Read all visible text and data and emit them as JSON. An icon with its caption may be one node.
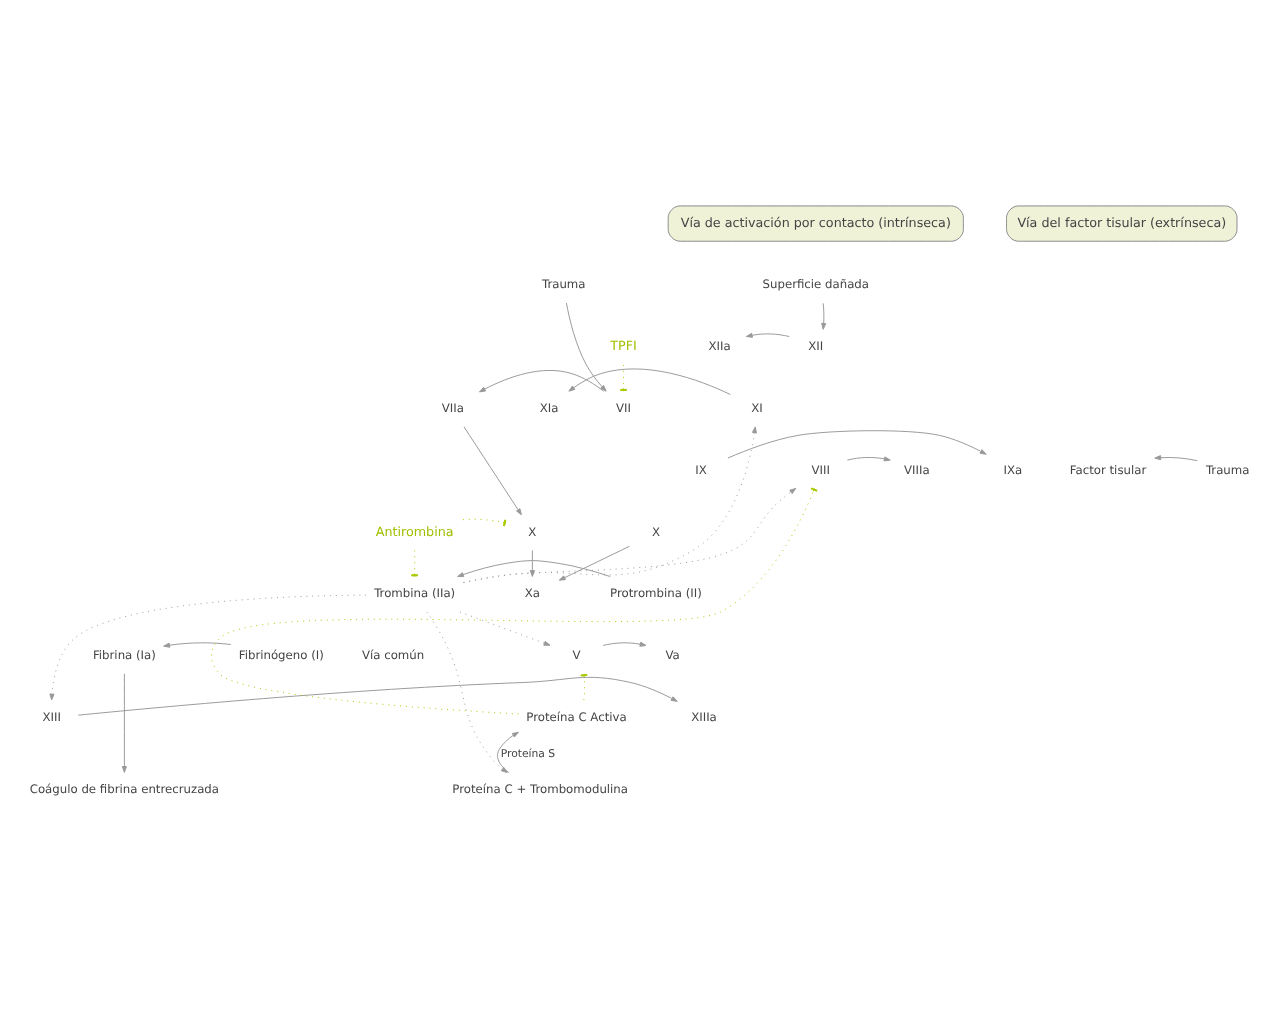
{
  "diagram": {
    "nodes": [
      {
        "text": [
          "Vía de activación por contacto (intrínseca)"
        ]
      },
      {
        "text": [
          "Vía del factor tisular (extrínseca)"
        ]
      },
      {
        "text": [
          "Superficie dañada"
        ]
      },
      {
        "text": [
          "XII"
        ]
      },
      {
        "text": [
          "XIIa"
        ]
      },
      {
        "text": [
          "XI"
        ]
      },
      {
        "text": [
          "XIa"
        ]
      },
      {
        "text": [
          "IX"
        ]
      },
      {
        "text": [
          "IXa"
        ]
      },
      {
        "text": [
          "VIIIa"
        ]
      },
      {
        "text": [
          "VIII"
        ]
      },
      {
        "text": [
          "Trauma"
        ]
      },
      {
        "text": [
          "TPFI"
        ]
      },
      {
        "text": [
          "VIIa"
        ]
      },
      {
        "text": [
          "VII"
        ]
      },
      {
        "text": [
          "Factor tisular"
        ]
      },
      {
        "text": [
          "Trauma"
        ]
      },
      {
        "text": [
          "Antirombina"
        ]
      },
      {
        "text": [
          "X"
        ]
      },
      {
        "text": [
          "X"
        ]
      },
      {
        "text": [
          "Xa"
        ]
      },
      {
        "text": [
          "Protrombina (II)"
        ]
      },
      {
        "text": [
          "Trombina (IIa)"
        ]
      },
      {
        "text": [
          "Va"
        ]
      },
      {
        "text": [
          "V"
        ]
      },
      {
        "text": [
          "Fibrinógeno (I)"
        ]
      },
      {
        "text": [
          "Fibrina (Ia)"
        ]
      },
      {
        "text": [
          "XIIIa"
        ]
      },
      {
        "text": [
          "XIII"
        ]
      },
      {
        "text": [
          "Proteína C Activa"
        ]
      },
      {
        "text": [
          "Proteína C + Trombomodulina"
        ]
      },
      {
        "text": [
          "Coágulo de fibrina entrecruzada"
        ]
      }
    ],
    "edges": [
      {
        "from": 2,
        "to": 3,
        "arrow": "to"
      },
      {
        "from": 3,
        "to": 4,
        "arrow": "to"
      },
      {
        "from": 5,
        "to": 6,
        "arrow": "to"
      },
      {
        "from": 7,
        "to": 8,
        "arrow": "to"
      },
      {
        "from": 10,
        "to": 9,
        "arrow": "to"
      },
      {
        "from": 11,
        "to": 14,
        "arrow": "to"
      },
      {
        "from": 12,
        "to": 14,
        "arrow": "other",
        "style": "dashed",
        "color": "#a8c800"
      },
      {
        "from": 14,
        "to": 13,
        "arrow": "to"
      },
      {
        "from": 16,
        "to": 15,
        "arrow": "to"
      },
      {
        "from": 13,
        "to": 19,
        "arrow": "to"
      },
      {
        "from": 18,
        "to": 20,
        "arrow": "to"
      },
      {
        "from": 19,
        "to": 20,
        "arrow": "to"
      },
      {
        "from": 17,
        "to": 19,
        "arrow": "other",
        "style": "dashed",
        "color": "#a8c800"
      },
      {
        "from": 17,
        "to": 22,
        "arrow": "other",
        "style": "dashed",
        "color": "#a8c800"
      },
      {
        "from": 21,
        "to": 22,
        "arrow": "to"
      },
      {
        "from": 22,
        "to": 5,
        "arrow": "to",
        "style": "dashed"
      },
      {
        "from": 22,
        "to": 10,
        "arrow": "to",
        "style": "dashed"
      },
      {
        "from": 22,
        "to": 24,
        "arrow": "to",
        "style": "dashed"
      },
      {
        "from": 22,
        "to": 30,
        "arrow": "to",
        "style": "dashed"
      },
      {
        "from": 22,
        "to": 28,
        "arrow": "to",
        "style": "dashed"
      },
      {
        "from": 24,
        "to": 23,
        "arrow": "to"
      },
      {
        "from": 29,
        "to": 10,
        "arrow": "other",
        "style": "dashed",
        "color": "#a8c800"
      },
      {
        "from": 29,
        "to": 24,
        "arrow": "other",
        "style": "dashed",
        "color": "#a8c800"
      },
      {
        "from": 30,
        "to": 29,
        "arrow": "to",
        "label": "Proteína S"
      },
      {
        "from": 25,
        "to": 26,
        "arrow": "to"
      },
      {
        "from": 28,
        "to": 27,
        "arrow": "to"
      },
      {
        "from": 26,
        "to": 31,
        "arrow": "to"
      }
    ],
    "labels": [
      "Vía común"
    ]
  }
}
